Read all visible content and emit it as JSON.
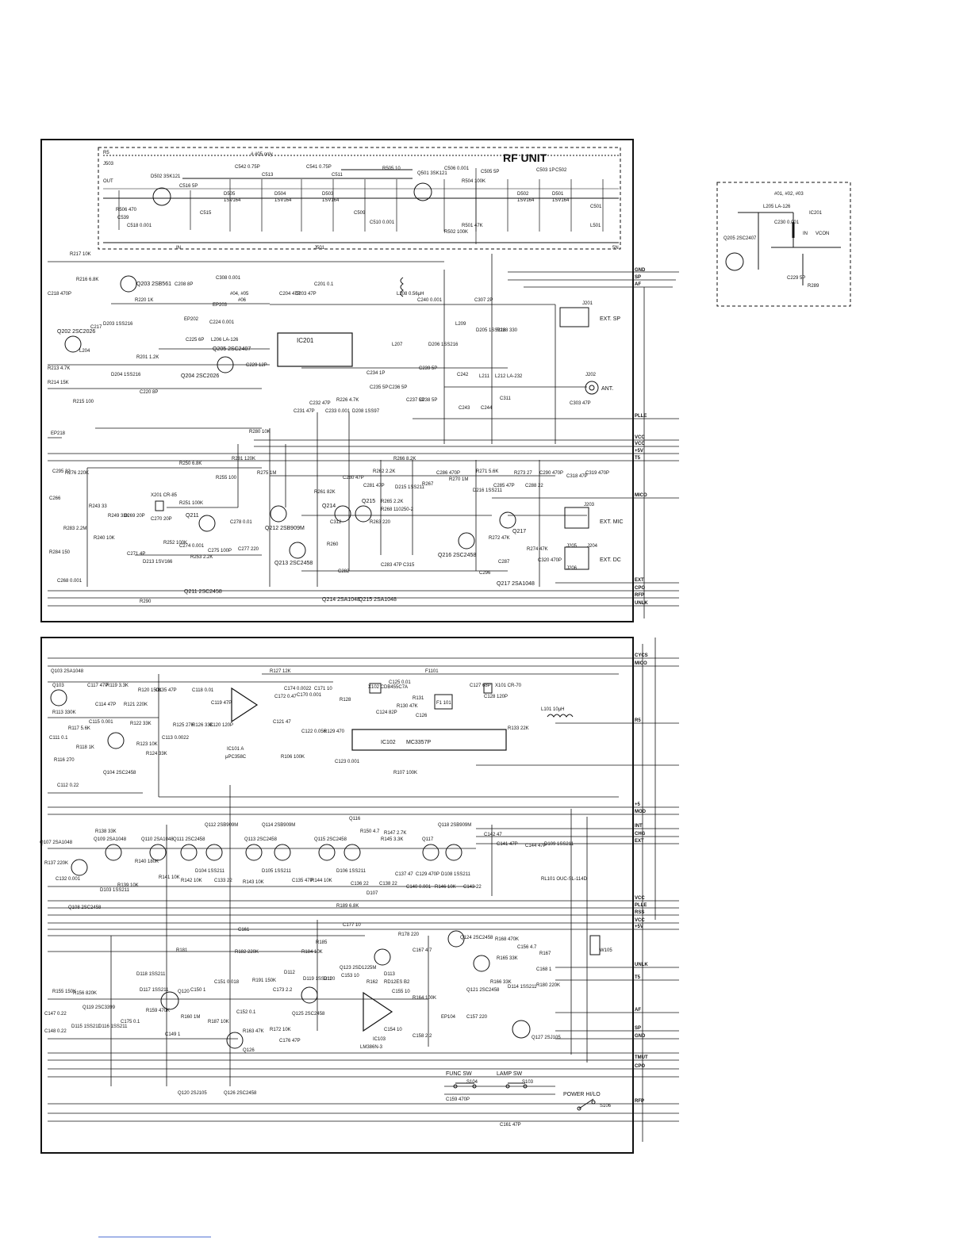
{
  "rf_unit": {
    "title": "RF UNIT",
    "variant_note": "# #05 only",
    "connectors": [
      "J503",
      "OUT",
      "IN",
      "J501",
      "R5",
      "5N"
    ],
    "diode_refs": [
      "D505",
      "D504",
      "D503",
      "D502",
      "D501"
    ],
    "diode_type": "1SV164",
    "components": [
      "D502 3SK121",
      "C542 0.75P",
      "C541 0.75P",
      "C511",
      "C513",
      "R505 10",
      "Q501 3SK121",
      "C506 0.001",
      "R504 100K",
      "C505 5P",
      "C503 1P",
      "C502",
      "R506 470",
      "C539",
      "C518 0.001",
      "C516 5P",
      "C515",
      "C509",
      "C510 0.001",
      "R501 47K",
      "R502 100K",
      "C501",
      "L501"
    ]
  },
  "inset": {
    "variant": "#01, #02, #03",
    "ic": "IC201",
    "transistor": "Q205 2SC2407",
    "parts": [
      "L205 LA-126",
      "C230 0.001",
      "C229 5P",
      "R289"
    ],
    "pins": [
      "IN",
      "VCON"
    ]
  },
  "rf_section": {
    "transistors": [
      "Q203 2SB561",
      "Q202 2SC2026",
      "Q204 2SC2026",
      "Q205 2SC2407",
      "Q211",
      "Q212 2SB909M",
      "Q213 2SC2458",
      "Q214",
      "Q215",
      "Q216 2SC2458",
      "Q217",
      "Q211 2SC2458",
      "Q214 2SA1048",
      "Q215 2SA1048",
      "Q217 2SA1048"
    ],
    "ic": "IC201",
    "parts": [
      "R217 10K",
      "R216 6.8K",
      "C218 470P",
      "R220 1K",
      "C208 8P",
      "C308 0.001",
      "EP203",
      "#04, #05",
      "#06",
      "EP202",
      "C224 0.001",
      "C225 6P",
      "L206 LA-126",
      "R213 4.7K",
      "R214 15K",
      "D204 1SS216",
      "D203 1SS216",
      "R201 1.2K",
      "C220 8P",
      "C217",
      "L204",
      "C229 12P",
      "R215 100",
      "EP218",
      "C201 0.1",
      "C203 47P",
      "C204 47P",
      "L208 0.56μH",
      "C240 0.001",
      "C307 2P",
      "L209",
      "D205 1SS216",
      "R228 330",
      "L207",
      "D206 1SS216",
      "C234 1P",
      "C235 5P",
      "C236 5P",
      "C237 5P",
      "C238 5P",
      "C239 5P",
      "C242",
      "L211",
      "L212 LA-232",
      "C243",
      "C244",
      "C311",
      "C303 47P",
      "C231 47P",
      "C232 47P",
      "C233 0.001",
      "R226 4.7K",
      "D208 1SS97",
      "R280 10K",
      "R250 6.8K",
      "R255 100",
      "R281 120K",
      "R275 1M",
      "X201 CR-85",
      "C270 20P",
      "R251 100K",
      "R266 8.2K",
      "R261 82K",
      "C280 47P",
      "R262 2.2K",
      "C281 47P",
      "D215 1SS211",
      "R267",
      "R265 2.2K",
      "R268 110250-2",
      "C286 470P",
      "R270 1M",
      "R271 5.6K",
      "D216 1SS211",
      "C285 47P",
      "R273 27",
      "C288 22",
      "C290 470P",
      "C319 470P",
      "C318 47P",
      "R243 33",
      "R240 10K",
      "R249 33K",
      "C269 20P",
      "C271 4P",
      "D213 1SV166",
      "R252 100K",
      "C275 100P",
      "C274 0.001",
      "R253 2.2K",
      "C278 0.01",
      "C277 220",
      "R290",
      "C312",
      "R260",
      "C282",
      "R263 220",
      "C283 47P",
      "C315",
      "C296",
      "R272 47K",
      "C287",
      "R274 47K",
      "C320 470P",
      "C295 22",
      "R276 220K",
      "C266",
      "R283 2.2M",
      "R284 150",
      "C268 0.001"
    ],
    "jacks": [
      {
        "ref": "J201",
        "label": "EXT. SP"
      },
      {
        "ref": "J202",
        "label": "ANT."
      },
      {
        "ref": "J203",
        "label": "EXT. MIC"
      },
      {
        "ref": "J204",
        "label": "EXT. DC"
      },
      {
        "ref": "J205",
        "label": ""
      },
      {
        "ref": "J206",
        "label": ""
      }
    ]
  },
  "bus_labels_top": [
    "GND",
    "SP",
    "AF",
    "PLLE",
    "VCC",
    "VCC",
    "+5V",
    "T5",
    "MICO",
    "EXT",
    "CPO",
    "RFP",
    "UNLK"
  ],
  "bus_labels_bottom": [
    "CYCS",
    "MICO",
    "R5",
    "+5",
    "MOD",
    "INT",
    "CHG",
    "EXT",
    "VCC",
    "PLLE",
    "RSS",
    "VCC",
    "+5V",
    "UNLK",
    "T5",
    "AF",
    "SP",
    "GND",
    "TMUT",
    "CPO",
    "RFP"
  ],
  "af_section": {
    "ics": [
      {
        "ref": "IC101 A",
        "type": "μPC358C"
      },
      {
        "ref": "IC102",
        "type": "MC3357P"
      },
      {
        "ref": "IC103",
        "type": "LM386N-3"
      }
    ],
    "transistors": [
      "Q103 2SA1048",
      "Q103",
      "Q104 2SC2458",
      "Q107 2SA1048",
      "Q108 2SC2458",
      "Q109 2SA1048",
      "Q110 2SA1048",
      "Q111 2SC2458",
      "Q112 2SB909M",
      "Q113 2SC2458",
      "Q114 2SB909M",
      "Q115 2SC2458",
      "Q116",
      "Q117",
      "Q118 2SB909M",
      "Q119 2SC3399",
      "Q120 2SJ105",
      "Q123 2SD1225M",
      "Q124 2SC2458",
      "Q125 2SC2458",
      "Q126 2SC2458",
      "Q127 2SJ105",
      "Q121 2SC2458",
      "Q120",
      "Q126"
    ],
    "parts": [
      "C117 47P",
      "R113 330K",
      "C114 47P",
      "R119 3.3K",
      "R121 220K",
      "R120 150K",
      "C135 47P",
      "C118 0.01",
      "C119 47P",
      "R127 12K",
      "C172 0.47",
      "C174 0.0022",
      "C170 0.001",
      "C171 10",
      "X102 CDB455C7A",
      "C125 0.01",
      "C127 68P",
      "X101 CR-70",
      "C128 120P",
      "F1101",
      "F1 101",
      "R131",
      "R130 47K",
      "C126",
      "C124 82P",
      "R128",
      "L101 10μH",
      "R133 22K",
      "C115 0.001",
      "R117 5.6K",
      "C111 0.1",
      "R116 270",
      "R118 1K",
      "R122 33K",
      "R123 10K",
      "R124 33K",
      "C113 0.0022",
      "R125 27K",
      "R126 33K",
      "C120 120P",
      "C121 47",
      "C122 0.056",
      "R129 470",
      "C123 0.001",
      "R106 100K",
      "R107 100K",
      "C112 0.22",
      "R138 33K",
      "R137 220K",
      "C132 0.001",
      "D103 1SS211",
      "R139 10K",
      "R140 180K",
      "R141 10K",
      "R142 10K",
      "D104 1SS211",
      "C133 22",
      "R143 10K",
      "D105 1SS211",
      "C135 47P",
      "R144 10K",
      "D106 1SS211",
      "C136 22",
      "R145 3.3K",
      "R146 10K",
      "R147 2.7K",
      "R150 4.7",
      "C138 22",
      "C137 47",
      "C140 0.001",
      "D107",
      "C129 470P",
      "D108 1SS211",
      "C143 22",
      "C142 47",
      "C141 47P",
      "C144 47P",
      "D109 1SS211",
      "RL101 OUC-SL-114D",
      "R189 6.8K",
      "C177 10",
      "R178 220",
      "C161",
      "R181",
      "R182 220K",
      "R184 10K",
      "R185",
      "D113",
      "RD12ES B2",
      "C167 4.7",
      "R168 470K",
      "C156 4.7",
      "R167",
      "W105",
      "R165 33K",
      "C168 1",
      "R166 33K",
      "D114 1SS211",
      "R180 220K",
      "R155 150K",
      "R156 820K",
      "D118 1SS211",
      "D117 1SS211",
      "D115 1SS211",
      "D116 1SS211",
      "C147 0.22",
      "C148 0.22",
      "C175 0.1",
      "R159 470K",
      "C149 1",
      "R160 1M",
      "C150 1",
      "C151 0.018",
      "R187 10K",
      "C152 0.1",
      "R163 47K",
      "R191 150K",
      "C173 2.2",
      "D112",
      "R172 10K",
      "C176 47P",
      "D119 1SS211",
      "D120",
      "R162",
      "C155 10",
      "C154 10",
      "C153 10",
      "R164 100K",
      "EP104",
      "C157 220",
      "C158 2.2",
      "C159 470P",
      "C161 47P"
    ],
    "switches": [
      {
        "ref": "S104",
        "label": "FUNC SW"
      },
      {
        "ref": "S103",
        "label": "LAMP SW"
      },
      {
        "ref": "S106",
        "label": "POWER HI/LO"
      }
    ]
  }
}
